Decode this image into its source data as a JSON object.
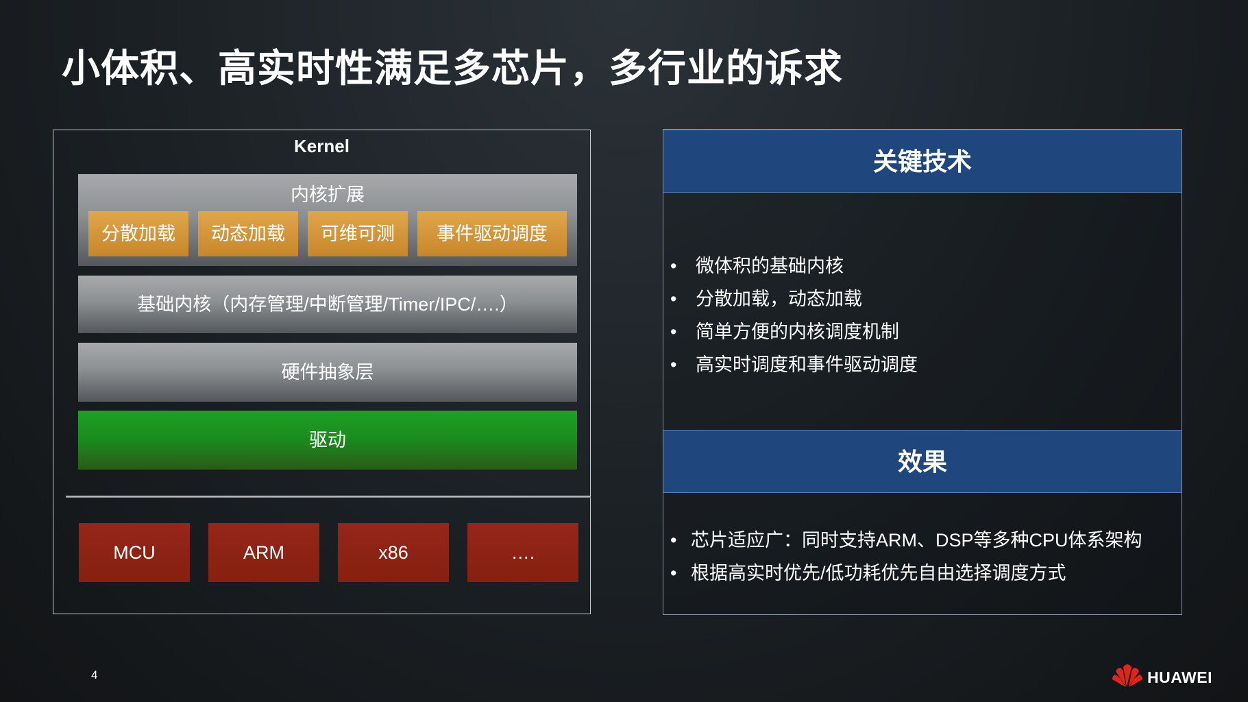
{
  "title": "小体积、高实时性满足多芯片，多行业的诉求",
  "left": {
    "kernel_label": "Kernel",
    "ext_label": "内核扩展",
    "chips": [
      "分散加载",
      "动态加载",
      "可维可测",
      "事件驱动调度"
    ],
    "basic_kernel": "基础内核（内存管理/中断管理/Timer/IPC/….）",
    "hal": "硬件抽象层",
    "driver": "驱动",
    "hardware": [
      "MCU",
      "ARM",
      "x86",
      "…."
    ]
  },
  "right": {
    "tech_header": "关键技术",
    "tech_bullets": [
      "微体积的基础内核",
      "分散加载，动态加载",
      "简单方便的内核调度机制",
      "高实时调度和事件驱动调度"
    ],
    "effect_header": "效果",
    "effect_bullets": [
      "芯片适应广：同时支持ARM、DSP等多种CPU体系架构",
      "根据高实时优先/低功耗优先自由选择调度方式"
    ],
    "bullet_symbol": "•"
  },
  "footer": {
    "page_number": "4",
    "logo_text": "HUAWEI",
    "logo_icon": "huawei-flower-icon",
    "logo_color": "#e1251b"
  }
}
